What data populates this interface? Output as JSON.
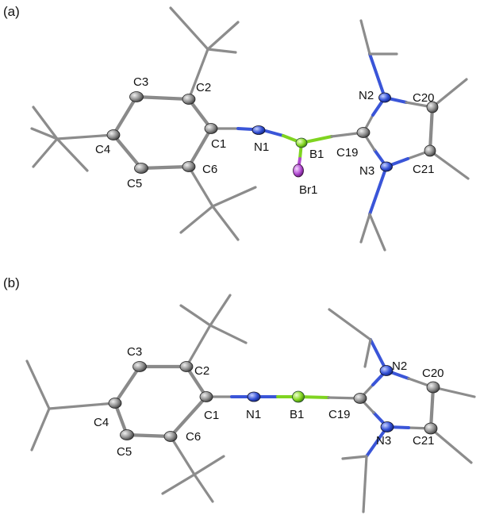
{
  "panels": [
    {
      "id": "a",
      "label": "(a)",
      "atoms": {
        "c1": "C1",
        "c2": "C2",
        "c3": "C3",
        "c4": "C4",
        "c5": "C5",
        "c6": "C6",
        "n1": "N1",
        "b1": "B1",
        "br1": "Br1",
        "c19": "C19",
        "n2": "N2",
        "n3": "N3",
        "c20": "C20",
        "c21": "C21"
      }
    },
    {
      "id": "b",
      "label": "(b)",
      "atoms": {
        "c1": "C1",
        "c2": "C2",
        "c3": "C3",
        "c4": "C4",
        "c5": "C5",
        "c6": "C6",
        "n1": "N1",
        "b1": "B1",
        "c19": "C19",
        "n2": "N2",
        "n3": "N3",
        "c20": "C20",
        "c21": "C21"
      }
    }
  ],
  "colors": {
    "carbon": "#8c8c8c",
    "nitrogen": "#3a55d8",
    "boron": "#7fd420",
    "bromine": "#b04ad0"
  }
}
